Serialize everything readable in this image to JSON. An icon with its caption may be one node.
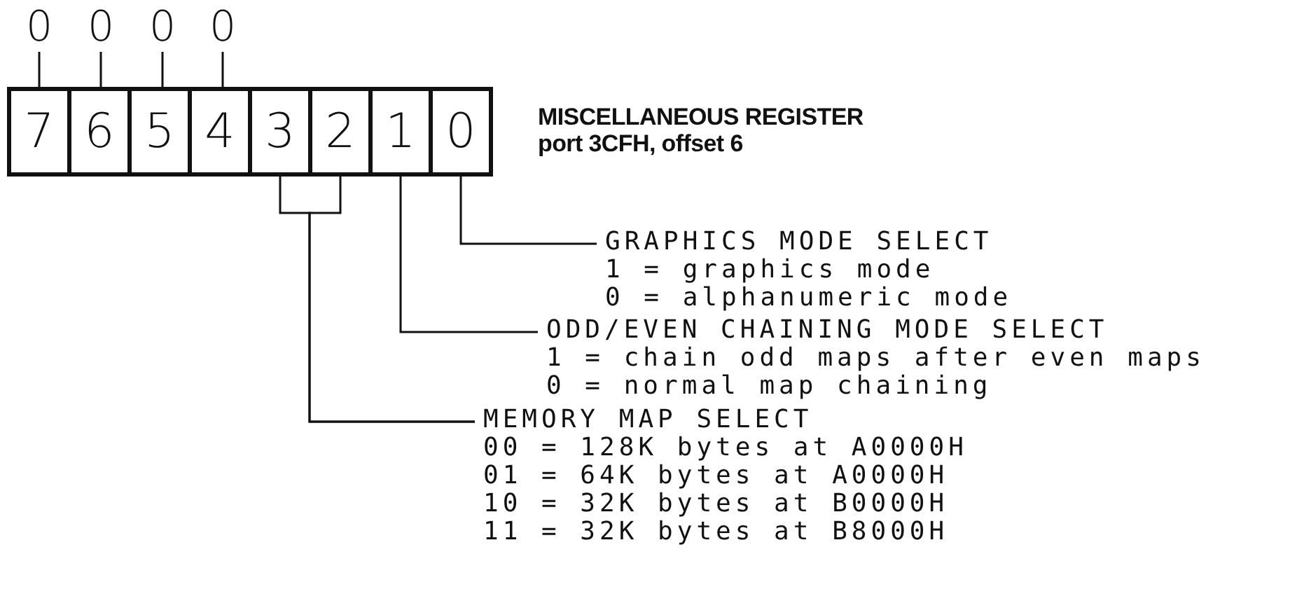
{
  "diagram": {
    "title": "MISCELLANEOUS REGISTER",
    "nodes": [
      {
        "text": [
          "0"
        ]
      },
      {
        "text": [
          "0"
        ]
      },
      {
        "text": [
          "0"
        ]
      },
      {
        "text": [
          "0"
        ]
      },
      {
        "text": [
          "7"
        ]
      },
      {
        "text": [
          "6"
        ]
      },
      {
        "text": [
          "5"
        ]
      },
      {
        "text": [
          "4"
        ]
      },
      {
        "text": [
          "3"
        ]
      },
      {
        "text": [
          "2"
        ]
      },
      {
        "text": [
          "1"
        ]
      },
      {
        "text": [
          "0"
        ]
      },
      {
        "text": [
          "GRAPHICS MODE SELECT",
          "1 = graphics mode",
          "0 = alphanumeric mode"
        ]
      },
      {
        "text": [
          "ODD/EVEN CHAINING MODE SELECT",
          "1 = chain odd maps after even maps",
          "0 = normal map chaining"
        ]
      },
      {
        "text": [
          "MEMORY MAP SELECT",
          "00 = 128K bytes at A0000H",
          "01 = 64K bytes at A0000H",
          "10 = 32K bytes at B0000H",
          "11 = 32K bytes at B8000H"
        ]
      }
    ],
    "edges": [
      {
        "from": 0,
        "to": 4,
        "arrow": "none"
      },
      {
        "from": 1,
        "to": 5,
        "arrow": "none"
      },
      {
        "from": 2,
        "to": 6,
        "arrow": "none"
      },
      {
        "from": 3,
        "to": 7,
        "arrow": "none"
      },
      {
        "from": 11,
        "to": 12,
        "arrow": "none"
      },
      {
        "from": 10,
        "to": 13,
        "arrow": "none"
      },
      {
        "from": 8,
        "to": 14,
        "arrow": "none"
      },
      {
        "from": 9,
        "to": 14,
        "arrow": "none"
      }
    ],
    "labels": [
      "port 3CFH, offset 6"
    ]
  }
}
